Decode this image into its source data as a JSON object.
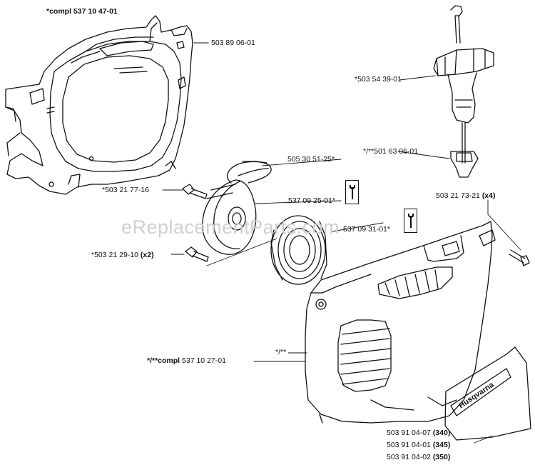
{
  "watermark": "eReplacementParts.com",
  "labels": {
    "cover_compl": "*compl 537 10 47-01",
    "p503890601": "503 89 06-01",
    "p503543901": "*503 54 39-01",
    "p501630601": "*/**501 63 06-01",
    "p505305125": "505 30 51-25*",
    "p503217716": "*503 21 77-16",
    "p537092501": "537 09 25-01*",
    "p503217321": "503 21 73-21",
    "p503217321_qty": "(x4)",
    "p537093101": "537 09 31-01*",
    "p503212910": "*503 21 29-10",
    "p503212910_qty": "(x2)",
    "starter_compl_prefix": "*/**compl",
    "starter_compl_num": "537 10 27-01",
    "starter_mark": "*/**",
    "decal_340": "503 91 04-07",
    "decal_340_model": "(340)",
    "decal_345": "503 91 04-01",
    "decal_345_model": "(345)",
    "decal_350": "503 91 04-02",
    "decal_350_model": "(350)"
  },
  "decal_brand": "Husqvarna",
  "icons": [
    "tool-icon",
    "tool-icon"
  ]
}
